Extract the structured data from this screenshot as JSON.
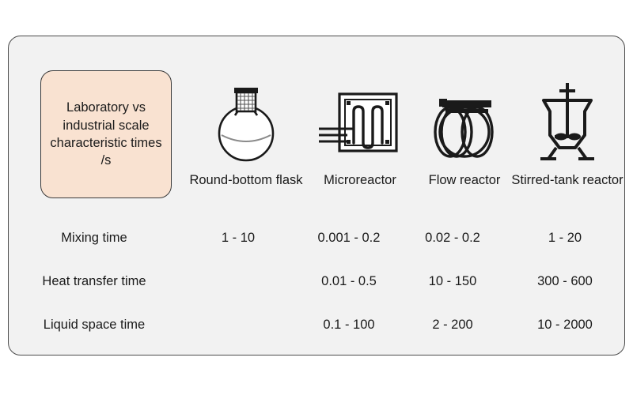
{
  "figure": {
    "legend_title": "Laboratory vs industrial scale characteristic times /s",
    "background_color": "#f2f2f2",
    "legend_color": "#f9e2d1",
    "border_color": "#4a4a4a",
    "text_color": "#1a1a1a"
  },
  "columns": [
    {
      "label": "Round-bottom flask",
      "icon": "round-bottom-flask-icon"
    },
    {
      "label": "Microreactor",
      "icon": "microreactor-chip-icon"
    },
    {
      "label": "Flow reactor",
      "icon": "coiled-flow-reactor-icon"
    },
    {
      "label": "Stirred-tank reactor",
      "icon": "stirred-tank-reactor-icon"
    }
  ],
  "rows": [
    {
      "label": "Mixing time",
      "values": [
        "1 - 10",
        "0.001 - 0.2",
        "0.02 - 0.2",
        "1 - 20"
      ]
    },
    {
      "label": "Heat transfer time",
      "values": [
        "",
        "0.01 - 0.5",
        "10 - 150",
        "300 - 600"
      ]
    },
    {
      "label": "Liquid space time",
      "values": [
        "",
        "0.1 - 100",
        "2 - 200",
        "10 - 2000"
      ]
    }
  ]
}
